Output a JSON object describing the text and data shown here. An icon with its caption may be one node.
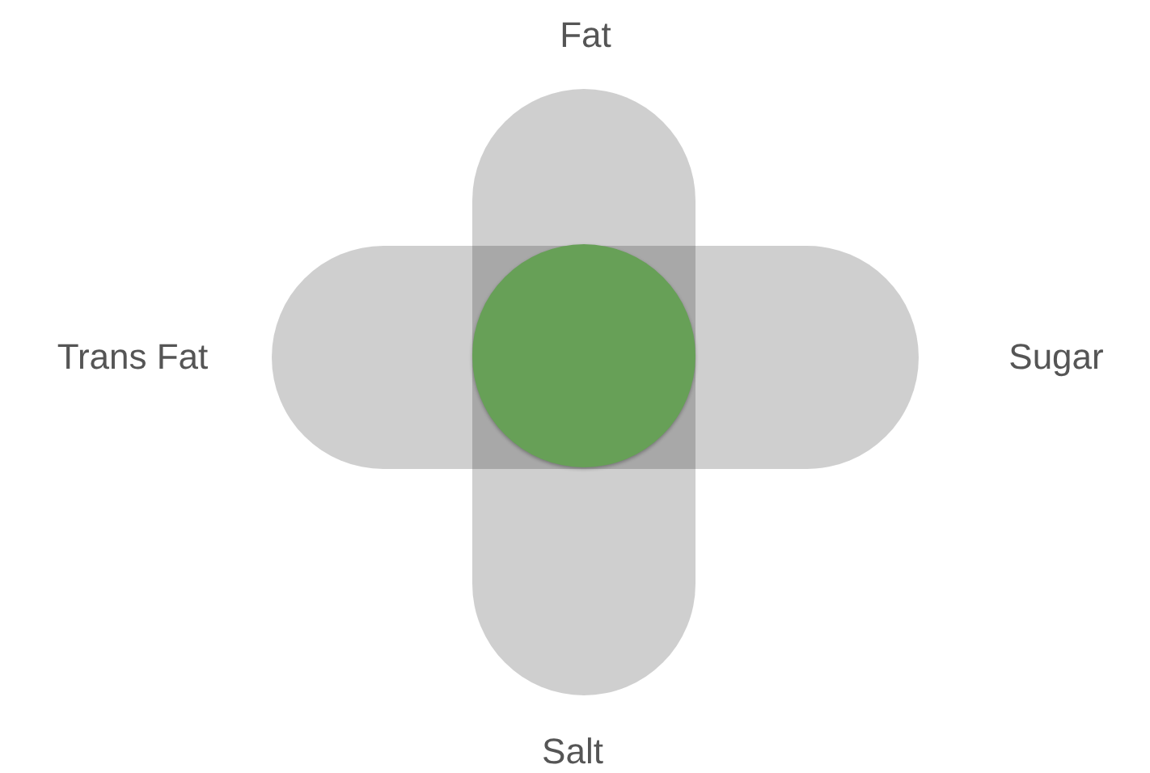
{
  "diagram": {
    "nodes": [
      {
        "text": [],
        "shape": "bar"
      },
      {
        "text": [],
        "shape": "bar"
      },
      {
        "text": [],
        "shape": "circle"
      }
    ],
    "labels": [
      "Fat",
      "Trans Fat",
      "Sugar",
      "Salt"
    ]
  }
}
